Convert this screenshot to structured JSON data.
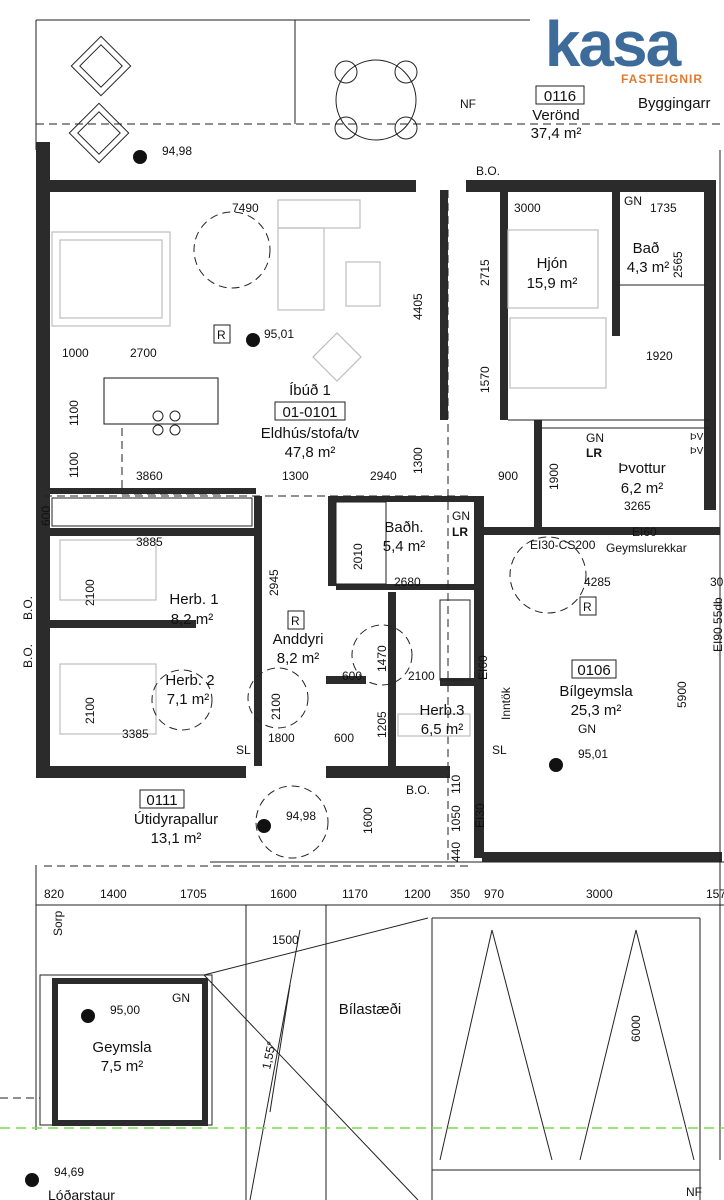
{
  "brand": {
    "name": "kasa",
    "tagline": "FASTEIGNIR",
    "color_primary": "#3d6b9a",
    "color_accent": "#e07a2e"
  },
  "plan_texts": {
    "nf_top": "NF",
    "nf_bottom": "NF",
    "byggingar": "Byggingarr",
    "bo_top": "B.O.",
    "bo_mid": "B.O.",
    "bo_left1": "B.O.",
    "bo_left2": "B.O.",
    "sl1": "SL",
    "sl2": "SL",
    "gn_bad": "GN",
    "gn_pv": "GN",
    "gn_badh": "GN",
    "gn_bil": "GN",
    "gn_geym": "GN",
    "lr_pv": "LR",
    "lr_badh": "LR",
    "pv_sym1": "ÞV",
    "pv_sym2": "ÞV",
    "r1": "R",
    "r2": "R",
    "r3": "R",
    "ei60_1": "EI60",
    "ei60_2": "EI60",
    "ei30cs": "EI30-CS200",
    "ei30": "EI30",
    "ei90": "EI90 55db",
    "geymslurekkar": "Geymslurekkar",
    "inntok": "Inntök",
    "sorp": "Sorp",
    "lodarstaur": "Lóðarstaur",
    "slope": "1,55°"
  },
  "levels": [
    "94,98",
    "95,01",
    "95,01",
    "94,98",
    "95,00",
    "94,69"
  ],
  "rooms": {
    "veronda": {
      "id": "0116",
      "name": "Verönd",
      "area": "37,4 m²"
    },
    "ibud": {
      "name": "Íbúð 1",
      "id": "01-0101",
      "sub": "Eldhús/stofa/tv",
      "area": "47,8 m²"
    },
    "hjon": {
      "name": "Hjón",
      "area": "15,9 m²"
    },
    "bad": {
      "name": "Bað",
      "area": "4,3 m²"
    },
    "thvottur": {
      "name": "Þvottur",
      "area": "6,2 m²"
    },
    "badh": {
      "name": "Baðh.",
      "area": "5,4 m²"
    },
    "herb1": {
      "name": "Herb. 1",
      "area": "8,2 m²"
    },
    "herb2": {
      "name": "Herb. 2",
      "area": "7,1 m²"
    },
    "anddyri": {
      "name": "Anddyri",
      "area": "8,2 m²"
    },
    "herb3": {
      "name": "Herb.3",
      "area": "6,5 m²"
    },
    "bilgeymsla": {
      "id": "0106",
      "name": "Bílgeymsla",
      "area": "25,3 m²"
    },
    "utidyrapallur": {
      "id": "0111",
      "name": "Útidyrapallur",
      "area": "13,1 m²"
    },
    "bilastaedi": {
      "name": "Bílastæði"
    },
    "geymsla": {
      "name": "Geymsla",
      "area": "7,5 m²"
    }
  },
  "dims": {
    "d7490": "7490",
    "d3000a": "3000",
    "d1735": "1735",
    "d2715": "2715",
    "d2565": "2565",
    "d4405": "4405",
    "d1000": "1000",
    "d2700": "2700",
    "d1570": "1570",
    "d1920": "1920",
    "d1100a": "1100",
    "d1100b": "1100",
    "d3860": "3860",
    "d1300a": "1300",
    "d2940": "2940",
    "d1300b": "1300",
    "d900": "900",
    "d1900": "1900",
    "d3265": "3265",
    "d600a": "600",
    "d3885": "3885",
    "d2010": "2010",
    "d2680": "2680",
    "d4285": "4285",
    "d2100a": "2100",
    "d2945": "2945",
    "d1470": "1470",
    "d600b": "600",
    "d2100b": "2100",
    "d2100c": "2100",
    "d2100d": "2100",
    "d1205": "1205",
    "d5900": "5900",
    "d3385": "3385",
    "d1800": "1800",
    "d600c": "600",
    "d110": "110",
    "d1050": "1050",
    "d440": "440",
    "d1600v": "1600",
    "d820": "820",
    "d1400": "1400",
    "d1705": "1705",
    "d1600": "1600",
    "d1170": "1170",
    "d1200": "1200",
    "d350": "350",
    "d970": "970",
    "d3000b": "3000",
    "d157": "157",
    "d1500": "1500",
    "d6000": "6000",
    "d30": "30"
  }
}
